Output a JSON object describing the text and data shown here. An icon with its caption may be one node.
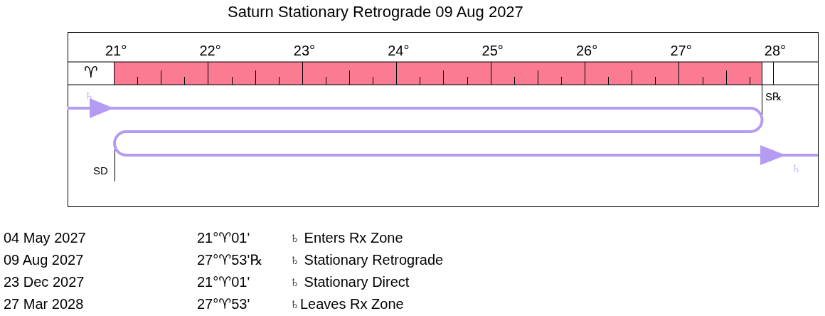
{
  "diagram": {
    "title": "Saturn Stationary Retrograde  09 Aug 2027",
    "labels": [
      "21°",
      "22°",
      "23°",
      "24°",
      "25°",
      "26°",
      "27°",
      "28°",
      "♈",
      "♄",
      "S℞",
      "SD",
      "♄",
      "04 May 2027",
      "21°♈01'",
      "♄ Enters Rx Zone",
      "09 Aug 2027",
      "27°♈53'℞",
      "♄ Stationary Retrograde",
      "23 Dec 2027",
      "21°♈01'",
      "♄ Stationary Direct",
      "27 Mar 2028",
      "27°♈53'",
      "♄Leaves Rx Zone"
    ]
  }
}
